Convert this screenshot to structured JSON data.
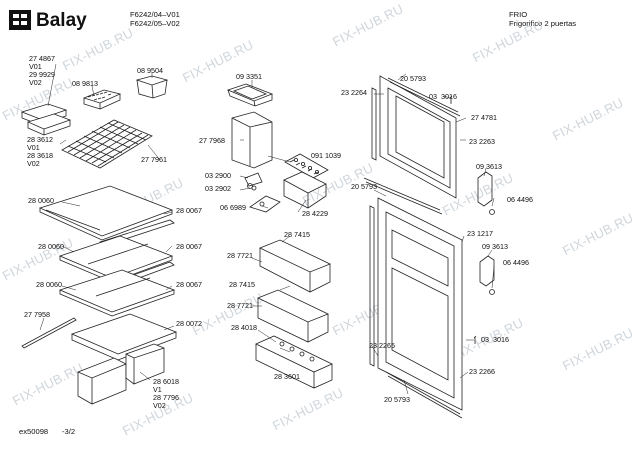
{
  "header": {
    "brand": "Balay",
    "models": [
      "F6242/04–V01",
      "F6242/05–V02"
    ],
    "category": "FRIO",
    "description": "Frigorifico 2 puertas"
  },
  "footer": {
    "code": "ex50098",
    "page": "-3/2"
  },
  "watermark": "FIX-HUB.RU",
  "part_labels": [
    "27 4867\nV01\n29 9929\nV02",
    "08 9813",
    "08 9504",
    "09 3351",
    "23 2264",
    "20 5793",
    "03  3016",
    "27 4781",
    "23 2263",
    "28 3612\nV01\n28 3618\nV02",
    "27 7961",
    "27 7968",
    "091 1039",
    "09 3613",
    "03 2900",
    "03 2902",
    "28 4229",
    "20 5793",
    "06 4496",
    "06 6989",
    "28 0060",
    "28 0067",
    "28 7415",
    "23 1217",
    "09 3613",
    "28 0060",
    "28 0067",
    "28 7721",
    "06 4496",
    "28 0060",
    "28 0067",
    "28 7415",
    "27 7958",
    "28 0072",
    "28 7721",
    "28 4018",
    "03  3016",
    "23 2265",
    "28 3601",
    "28 6018\nV1\n28 7796\nV02",
    "23 2266",
    "20 5793"
  ]
}
